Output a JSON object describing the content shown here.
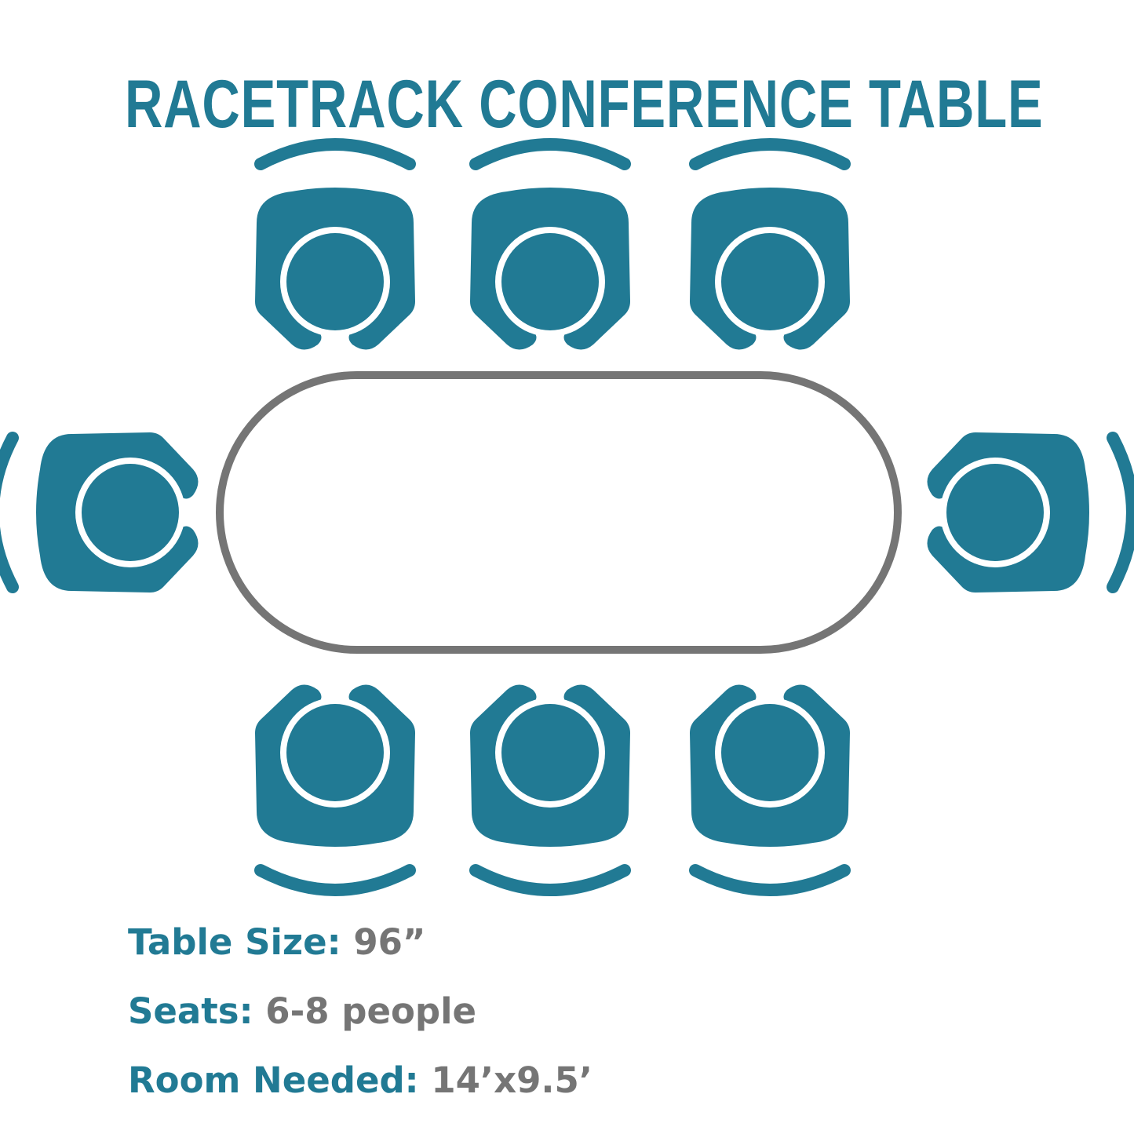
{
  "title": "RACETRACK CONFERENCE TABLE",
  "colors": {
    "chair": "#217a94",
    "table_outline": "#757575",
    "label": "#217a94",
    "value": "#757575"
  },
  "specs": [
    {
      "label": "Table Size:",
      "value": "96”"
    },
    {
      "label": "Seats:",
      "value": "6-8 people"
    },
    {
      "label": "Room Needed:",
      "value": "14’x9.5’"
    }
  ]
}
